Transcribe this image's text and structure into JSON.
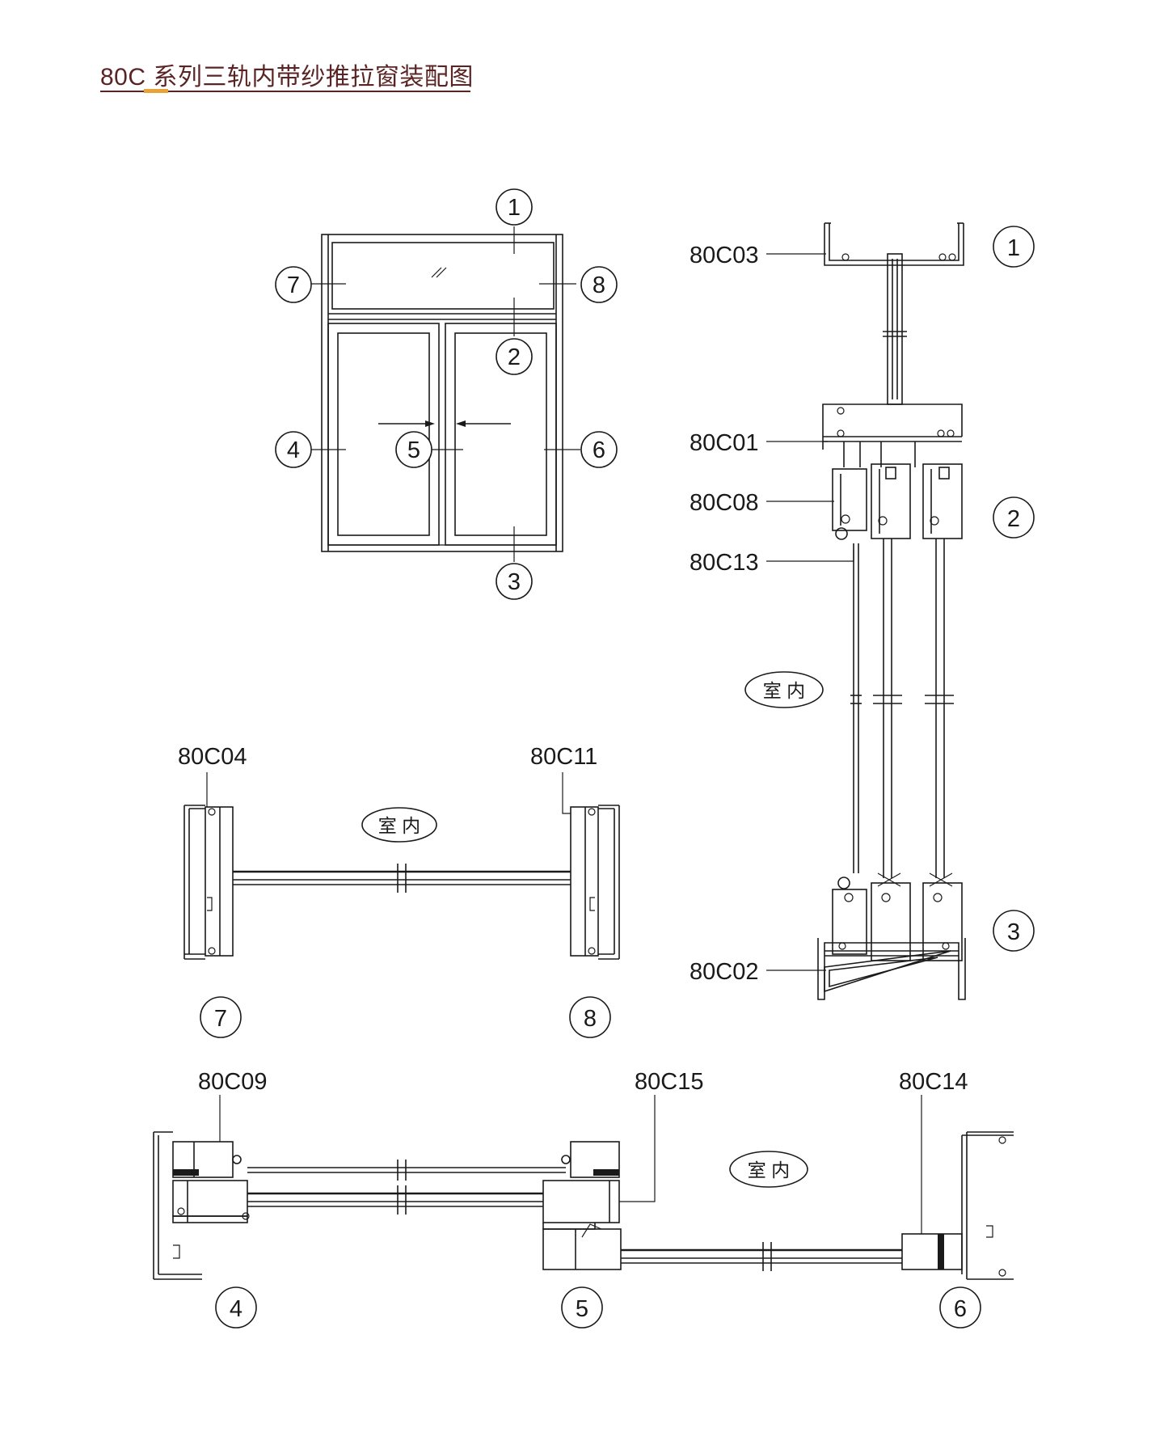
{
  "title": "80C 系列三轨内带纱推拉窗装配图",
  "colors": {
    "title": "#5b2424",
    "accent": "#e8a23a",
    "ink": "#1a1a1a"
  },
  "elevation": {
    "markers": [
      "1",
      "2",
      "3",
      "4",
      "5",
      "6",
      "7",
      "8"
    ]
  },
  "vertical_section": {
    "profile_labels": [
      "80C03",
      "80C01",
      "80C08",
      "80C13",
      "80C02"
    ],
    "markers": [
      "1",
      "2",
      "3"
    ],
    "side_label": "室 内"
  },
  "transom_section": {
    "profile_labels": [
      "80C04",
      "80C11"
    ],
    "markers": [
      "7",
      "8"
    ],
    "side_label": "室 内"
  },
  "horizontal_section": {
    "profile_labels": [
      "80C09",
      "80C15",
      "80C14"
    ],
    "markers": [
      "4",
      "5",
      "6"
    ],
    "side_label": "室 内"
  }
}
